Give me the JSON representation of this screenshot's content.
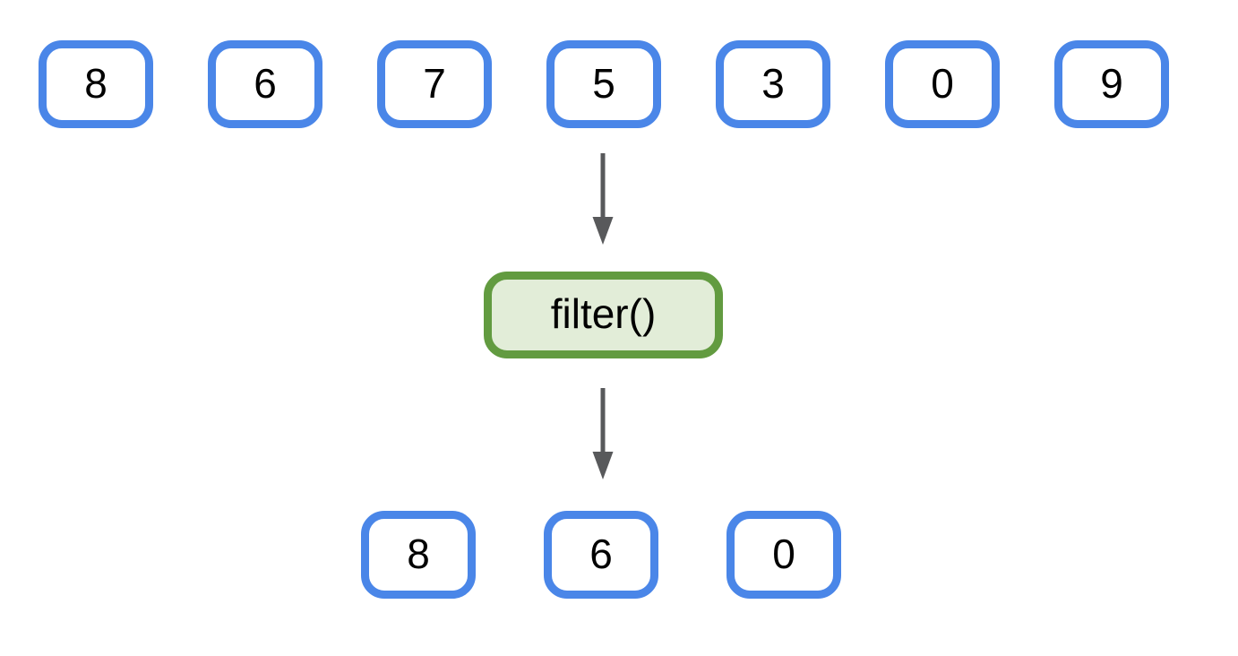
{
  "diagram": {
    "input_values": [
      "8",
      "6",
      "7",
      "5",
      "3",
      "0",
      "9"
    ],
    "function_label": "filter()",
    "output_values": [
      "8",
      "6",
      "0"
    ],
    "colors": {
      "value_box_border": "#4a86e8",
      "value_box_fill": "#ffffff",
      "value_text": "#000000",
      "function_box_border": "#629b40",
      "function_box_fill": "#e2edd8",
      "function_text": "#000000",
      "arrow": "#58595b",
      "background": "#ffffff"
    },
    "icons": {
      "arrow_top": "arrow-down-icon",
      "arrow_bottom": "arrow-down-icon"
    }
  }
}
